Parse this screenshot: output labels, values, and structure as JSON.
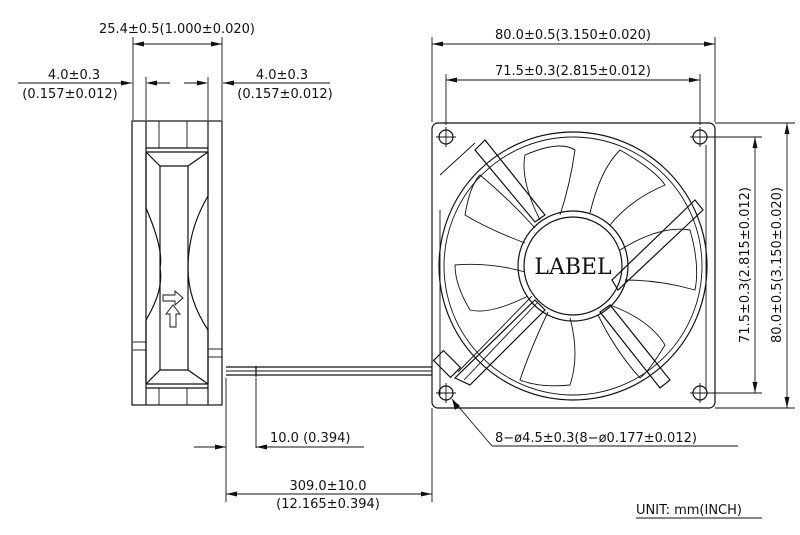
{
  "dimensions": {
    "thickness": "25.4±0.5(1.000±0.020)",
    "flange_left_mm": "4.0±0.3",
    "flange_left_in": "(0.157±0.012)",
    "flange_right_mm": "4.0±0.3",
    "flange_right_in": "(0.157±0.012)",
    "width_outer": "80.0±0.5(3.150±0.020)",
    "hole_spacing_h": "71.5±0.3(2.815±0.012)",
    "hole_spacing_v": "71.5±0.3(2.815±0.012)",
    "height_outer": "80.0±0.5(3.150±0.020)",
    "holes": "8−ø4.5±0.3(8−ø0.177±0.012)",
    "strip_length": "10.0  (0.394)",
    "lead_length_mm": "309.0±10.0",
    "lead_length_in": "(12.165±0.394)"
  },
  "hub_label": "LABEL",
  "unit": "UNIT:  mm(INCH)"
}
